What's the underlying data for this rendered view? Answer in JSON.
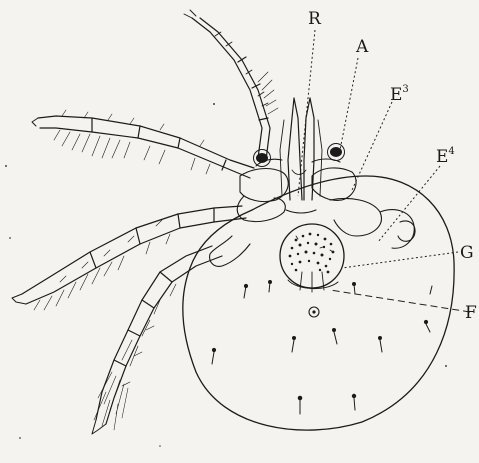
{
  "figure": {
    "labels": {
      "R": "R",
      "A": "A",
      "E3": "E",
      "E3_sup": "3",
      "E4": "E",
      "E4_sup": "4",
      "G": "G",
      "F": "F"
    },
    "colors": {
      "paper": "#f4f3ef",
      "ink": "#1b1b1b"
    }
  }
}
